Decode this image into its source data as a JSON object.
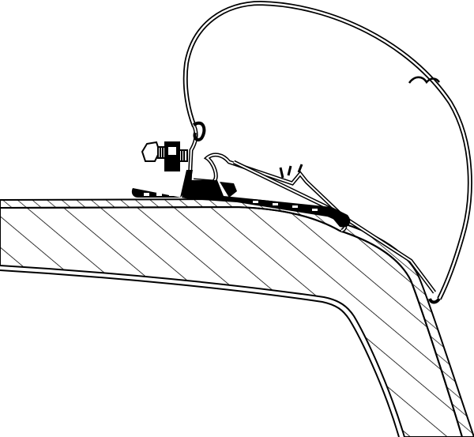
{
  "diagram": {
    "colors": {
      "line": "#000000",
      "background": "#ffffff"
    },
    "parts": [
      "roof-panel",
      "roof-skin",
      "awning-cover",
      "mounting-rail",
      "bolt",
      "hook-clip"
    ]
  }
}
